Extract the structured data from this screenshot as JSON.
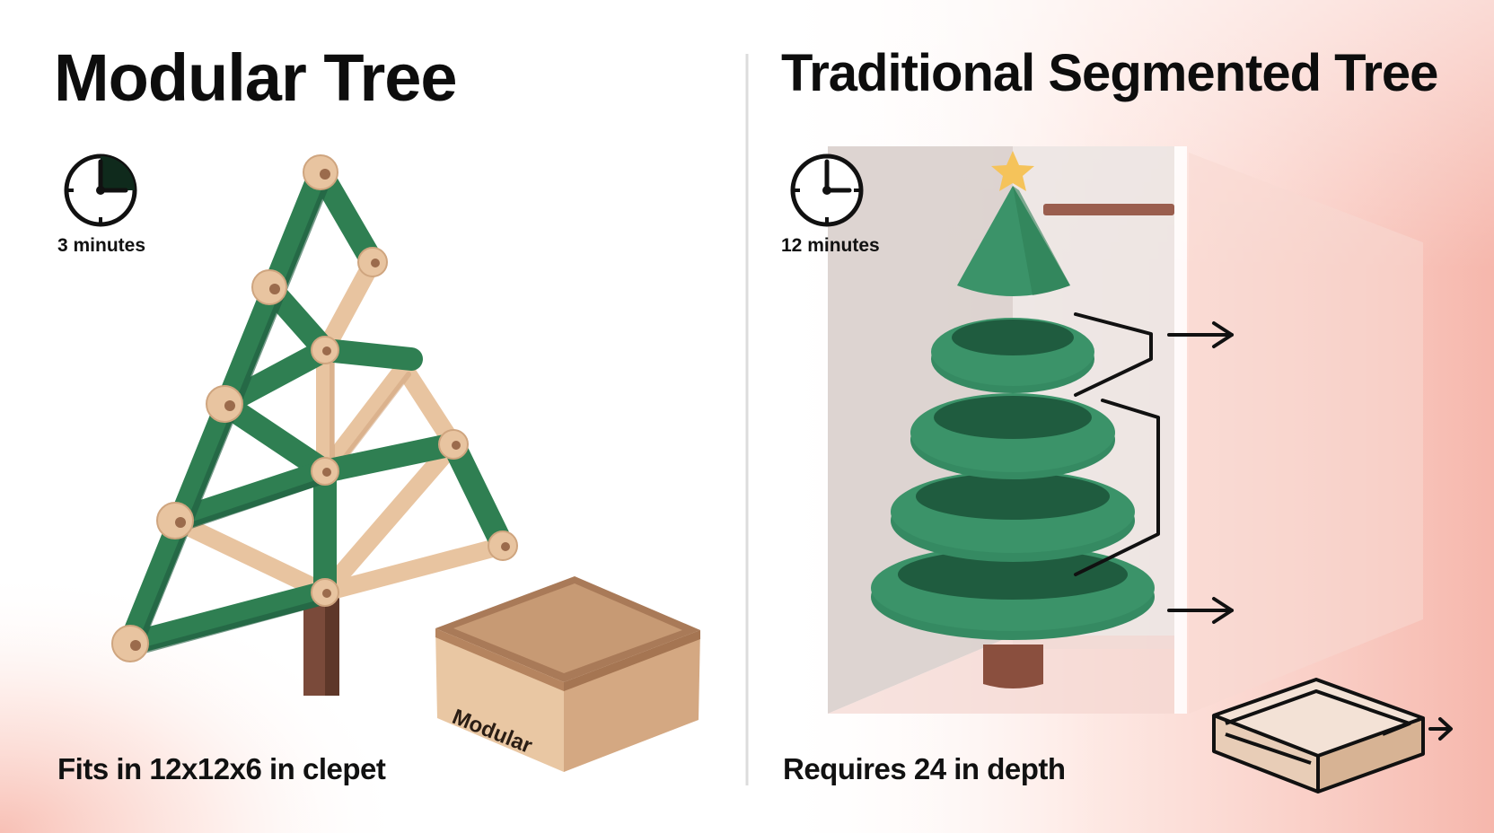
{
  "left_panel": {
    "title": "Modular Tree",
    "assembly_time": "3 minutes",
    "storage_caption": "Fits in 12x12x6 in clepet",
    "box_label": "Modular",
    "clock_icon": "clock-icon",
    "colors": {
      "green": "#2f7f52",
      "wood": "#e8c4a0",
      "trunk": "#7a4a3a",
      "box": "#e2bd98"
    }
  },
  "right_panel": {
    "title": "Traditional Segmented Tree",
    "assembly_time": "12 minutes",
    "storage_caption": "Requires 24 in depth",
    "clock_icon": "clock-icon",
    "colors": {
      "green": "#358a62",
      "dark_green": "#1f5c3f",
      "star": "#f5c35a",
      "trunk": "#8a4f3e"
    }
  },
  "background_accent": "#f6c2b8"
}
